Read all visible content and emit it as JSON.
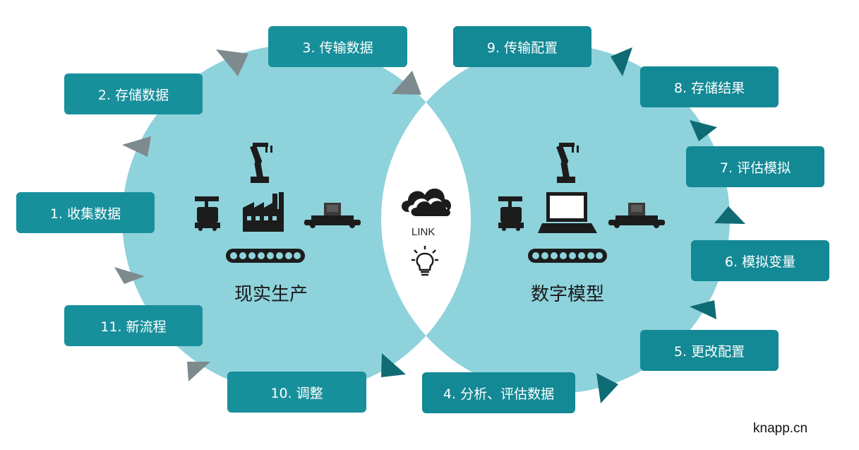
{
  "left_cycle": {
    "title": "现实生产",
    "steps": [
      {
        "label": "1. 收集数据"
      },
      {
        "label": "2. 存储数据"
      },
      {
        "label": "3. 传输数据"
      },
      {
        "label": "10. 调整"
      },
      {
        "label": "11. 新流程"
      }
    ]
  },
  "right_cycle": {
    "title": "数字模型",
    "steps": [
      {
        "label": "4. 分析、评估数据"
      },
      {
        "label": "5. 更改配置"
      },
      {
        "label": "6. 模拟变量"
      },
      {
        "label": "7. 评估模拟"
      },
      {
        "label": "8. 存储结果"
      },
      {
        "label": "9. 传输配置"
      }
    ]
  },
  "link": {
    "label": "LINK"
  },
  "credit": "knapp.cn",
  "icons": [
    "robot-arm-icon",
    "mobile-robot-icon",
    "factory-icon",
    "conveyor-cart-icon",
    "conveyor-belt-icon",
    "laptop-icon",
    "cloud-icon",
    "lightbulb-icon"
  ],
  "colors": {
    "circle": "#8ed2dc",
    "step_box": "#18909c",
    "arrow_left": "#7d8a8e",
    "arrow_right": "#0f6b74"
  }
}
